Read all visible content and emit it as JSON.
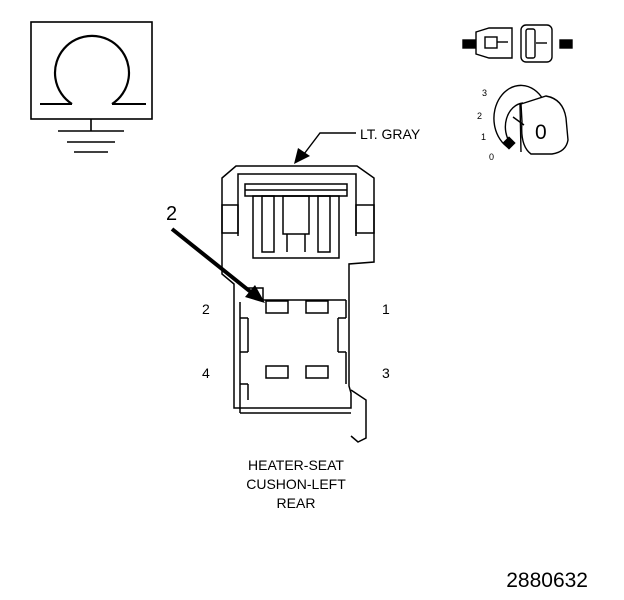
{
  "title_lines": [
    "HEATER-SEAT",
    "CUSHON-LEFT",
    "REAR"
  ],
  "color_label": "LT. GRAY",
  "callout_number": "2",
  "pins": {
    "p1": "1",
    "p2": "2",
    "p3": "3",
    "p4": "4"
  },
  "key_symbol": "0",
  "key_positions": {
    "k3": "3",
    "k2": "2",
    "k1": "1",
    "k0": "0"
  },
  "figure_code": "2880632",
  "icons": [
    "ohm-symbol-icon",
    "ground-icon",
    "inline-connector-icon",
    "ignition-key-icon",
    "arrow-pointer-icon"
  ]
}
